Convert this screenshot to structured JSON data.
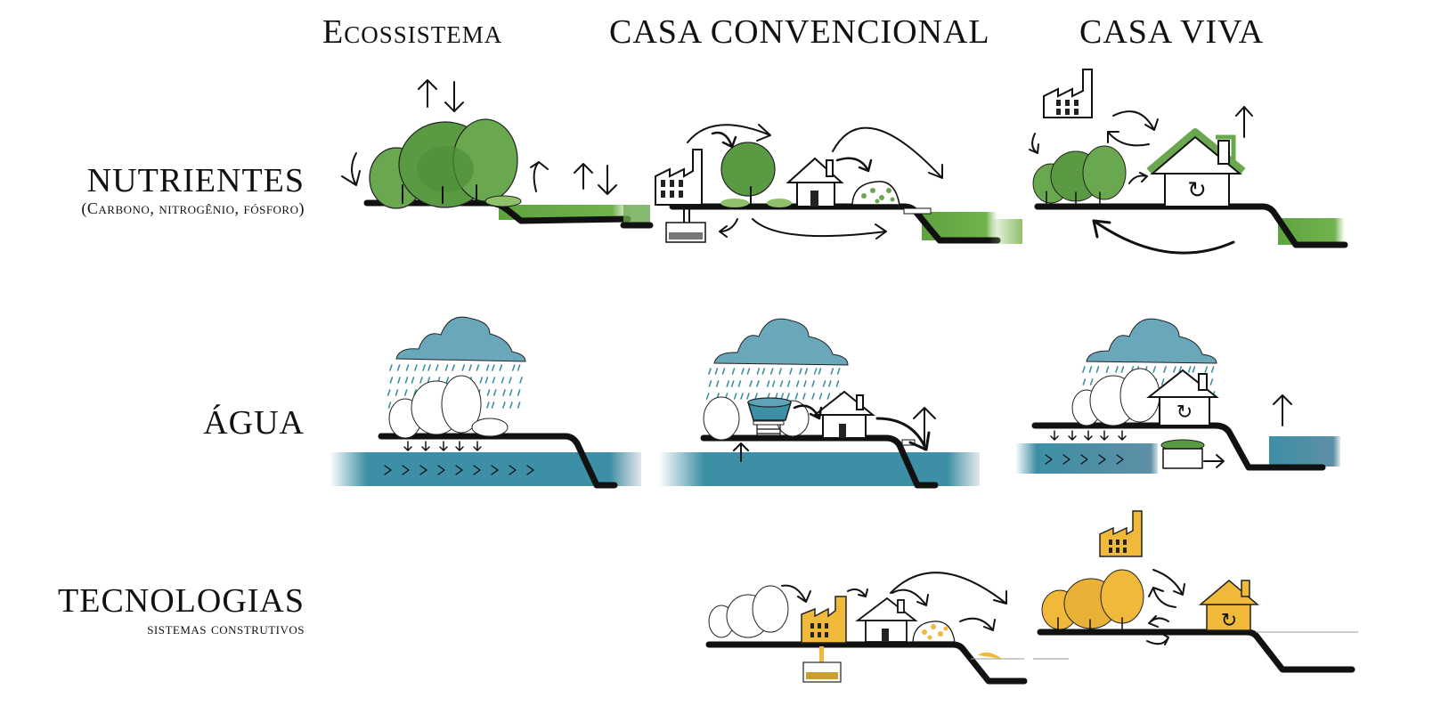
{
  "columns": [
    {
      "id": "ecossistema",
      "title": "Ecossistema"
    },
    {
      "id": "casa-convencional",
      "title": "CASA CONVENCIONAL"
    },
    {
      "id": "casa-viva",
      "title": "CASA VIVA"
    }
  ],
  "rows": [
    {
      "id": "nutrientes",
      "label": "NUTRIENTES",
      "sublabel": "(Carbono, nitrogênio, fósforo)",
      "accent": "#6aa84f"
    },
    {
      "id": "agua",
      "label": "ÁGUA",
      "sublabel": "",
      "accent": "#3d8fa5"
    },
    {
      "id": "tecnologias",
      "label": "TECNOLOGIAS",
      "sublabel": "sistemas construtivos",
      "accent": "#f0b93a"
    }
  ],
  "colors": {
    "green_dark": "#4f8f3a",
    "green_mid": "#6aa84f",
    "green_light": "#8fc06a",
    "water": "#3d8fa5",
    "cloud": "#6aa7bb",
    "yellow": "#f0b93a",
    "ink": "#111111"
  },
  "icons": {
    "recycle": "↻",
    "arrow_up": "↑",
    "arrow_down": "↓"
  }
}
